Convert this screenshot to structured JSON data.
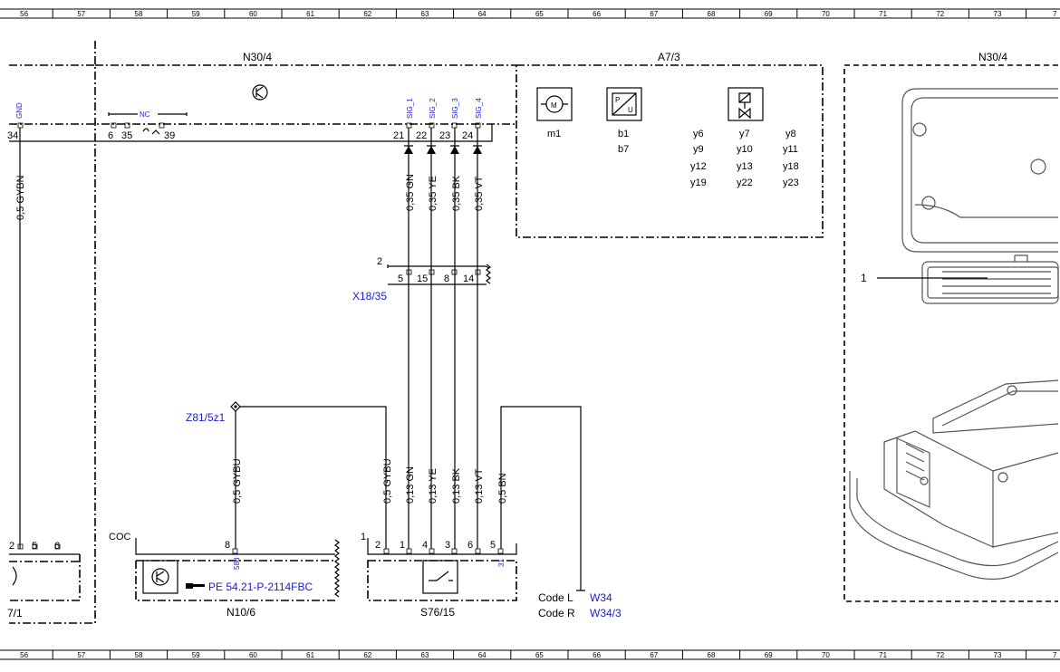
{
  "grid_numbers": [
    "56",
    "57",
    "58",
    "59",
    "60",
    "61",
    "62",
    "63",
    "64",
    "65",
    "66",
    "67",
    "68",
    "69",
    "70",
    "71",
    "72",
    "73",
    "7"
  ],
  "components": {
    "n30_left": "N30/4",
    "a73": "A7/3",
    "n30_right": "N30/4",
    "n10": "N10/6",
    "s76": "S76/15",
    "left_partial": "7/1",
    "x18": "X18/35",
    "z81": "Z81/5z1",
    "coc": "COC",
    "pe_ref": "PE 54.21-P-2114FBC"
  },
  "a73_items": {
    "col1": [
      "m1"
    ],
    "col2": [
      "b1",
      "b7"
    ],
    "col3": [
      "y6",
      "y9",
      "y12",
      "y19"
    ],
    "col4": [
      "y7",
      "y10",
      "y13",
      "y22"
    ],
    "col5": [
      "y8",
      "y11",
      "y18",
      "y23"
    ]
  },
  "pins_top": {
    "gnd_label": "GND",
    "gnd_pin": "34",
    "nc_label": "NC",
    "p6": "6",
    "p35": "35",
    "p39": "39",
    "sig1": "SIG_1",
    "sig2": "SIG_2",
    "sig3": "SIG_3",
    "sig4": "SIG_4",
    "p21": "21",
    "p22": "22",
    "p23": "23",
    "p24": "24"
  },
  "wires_upper": [
    "0,35 GN",
    "0,35 YE",
    "0,35 BK",
    "0,35 VT"
  ],
  "wire_gybn": "0,5 GYBN",
  "x18_pins": {
    "num": "2",
    "p5": "5",
    "p15": "15",
    "p8": "8",
    "p14": "14"
  },
  "wires_lower": {
    "gybu_n10": "0,5 GYBU",
    "gybu_s76": "0,5 GYBU",
    "gn": "0,13 GN",
    "ye": "0,13 YE",
    "bk": "0,13 BK",
    "vt": "0,13 VT",
    "bn": "0,5 BN"
  },
  "s76_pins": {
    "num": "1",
    "p2": "2",
    "p1": "1",
    "p4": "4",
    "p3": "3",
    "p6": "6",
    "p5": "5",
    "p31": "31"
  },
  "n10_pins": {
    "p8": "8",
    "p58d": "58d"
  },
  "left_pins": {
    "p2": "2",
    "p5": "5",
    "p6": "6"
  },
  "codes": {
    "l_label": "Code L",
    "l_value": "W34",
    "r_label": "Code R",
    "r_value": "W34/3"
  },
  "callout": "1",
  "colors": {
    "line": "#000000",
    "link": "#1a1adb",
    "photo": "#555555"
  }
}
